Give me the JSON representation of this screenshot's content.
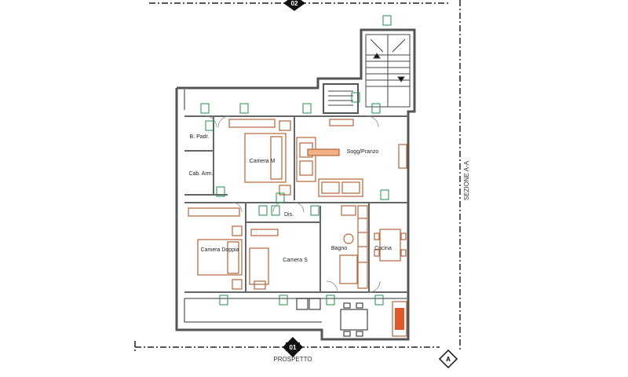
{
  "section_markers": {
    "top": "02",
    "bottom": "01",
    "corner": "A"
  },
  "labels": {
    "prospetto": "PROSPETTO",
    "sezione": "SEZIONE A-A"
  },
  "rooms": {
    "bagno_padr": "B. Padr.",
    "cab_arm": "Cab. Arm.",
    "camera_m": "Camera M",
    "sogg_pranzo": "Sogg/Pranzo",
    "dis": "Dis.",
    "camera_doppia": "Camera Doppia",
    "camera_s": "Camera S",
    "bagno": "Bagno",
    "cucina": "Cucina"
  },
  "colors": {
    "wall": "#555555",
    "furniture": "#b5633a",
    "annotation": "#1c8f4e",
    "fireplace": "#e4572e"
  }
}
